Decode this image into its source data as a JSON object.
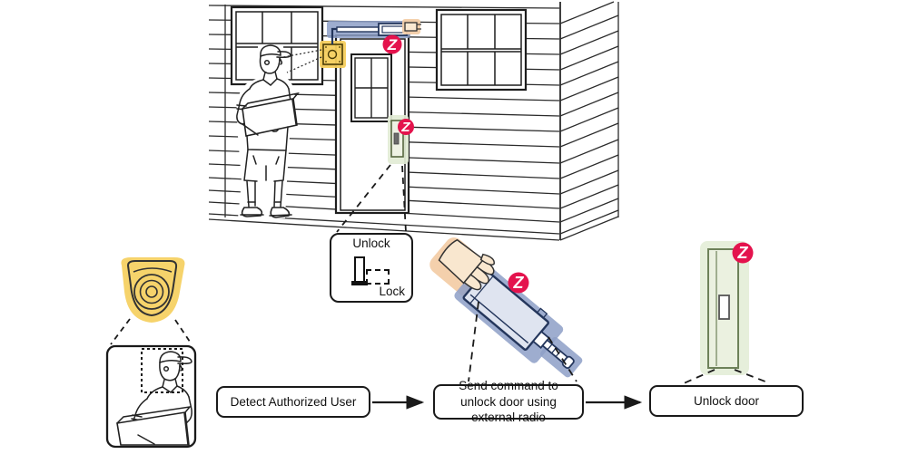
{
  "branding": {
    "z_wave_letter": "Z"
  },
  "callout": {
    "unlock_label": "Unlock",
    "lock_label": "Lock"
  },
  "flow": {
    "steps": [
      {
        "label": "Detect Authorized User"
      },
      {
        "label": "Send command to unlock door using external radio"
      },
      {
        "label": "Unlock door"
      }
    ]
  },
  "colors": {
    "line": "#222222",
    "zwave_red": "#e4134d",
    "highlight_blue": "#8d9fc7",
    "device_navy": "#24365c",
    "highlight_orange": "#f3cda8",
    "highlight_green": "#e2ecd5",
    "green_border": "#6d8159",
    "highlight_yellow": "#f5cf5e"
  }
}
